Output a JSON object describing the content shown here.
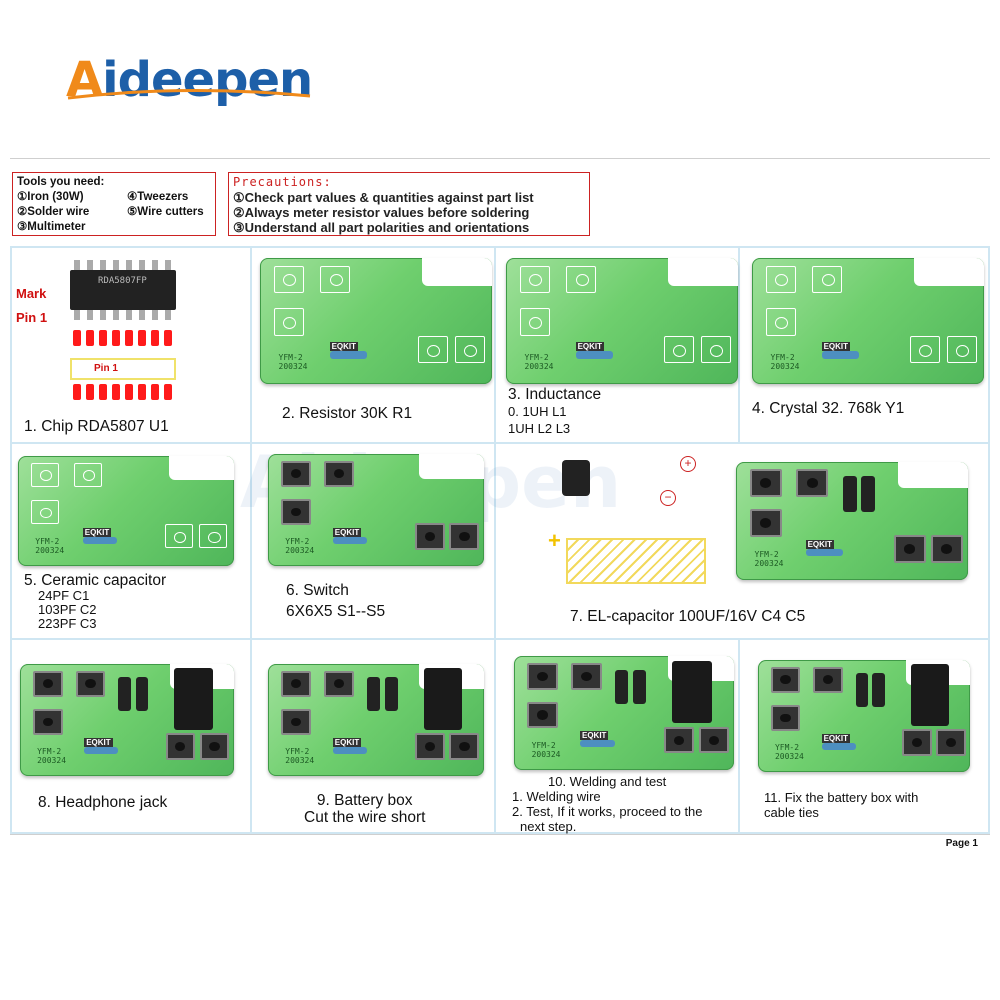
{
  "brand": {
    "logo_first": "A",
    "logo_rest": "ideepen",
    "accent": "#f08a1a",
    "primary": "#1d5fa8"
  },
  "tools": {
    "title": "Tools you need:",
    "items": [
      "①Iron (30W)",
      "④Tweezers",
      "②Solder wire",
      "⑤Wire cutters",
      "③Multimeter"
    ]
  },
  "precautions": {
    "title": "Precautions:",
    "lines": [
      "①Check part values & quantities against part list",
      "②Always meter resistor values before soldering",
      "③Understand all part polarities and orientations"
    ]
  },
  "chip_labels": {
    "mark": "Mark",
    "pin1": "Pin 1",
    "pin1_inner": "Pin 1",
    "chip_text": "RDA5807FP"
  },
  "steps": [
    {
      "lines": [
        "1. Chip      RDA5807  U1"
      ]
    },
    {
      "lines": [
        "2. Resistor  30K  R1"
      ]
    },
    {
      "lines": [
        "3. Inductance",
        "0. 1UH   L1",
        "1UH     L2 L3"
      ]
    },
    {
      "lines": [
        "4. Crystal    32. 768k   Y1"
      ]
    },
    {
      "lines": [
        "5. Ceramic capacitor",
        "24PF   C1",
        "103PF   C2",
        "223PF   C3"
      ]
    },
    {
      "lines": [
        "6. Switch",
        "6X6X5   S1--S5"
      ]
    },
    {
      "lines": [
        "7. EL-capacitor   100UF/16V   C4  C5"
      ]
    },
    {
      "lines": [
        "8. Headphone jack"
      ]
    },
    {
      "lines": [
        "9. Battery box",
        "Cut the wire short"
      ]
    },
    {
      "lines": [
        "10. Welding and test",
        "1. Welding wire",
        "2. Test, If it works, proceed to the",
        "next step."
      ]
    },
    {
      "lines": [
        "11. Fix the battery box with",
        "cable ties"
      ]
    }
  ],
  "pcb": {
    "silk": "YFM-2",
    "date": "200324",
    "brand": "EQKIT"
  },
  "page": "Page  1"
}
